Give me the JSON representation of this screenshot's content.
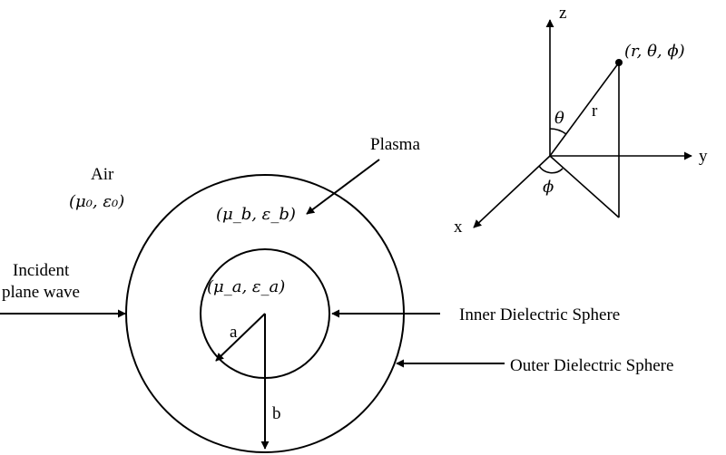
{
  "labels": {
    "air": "Air",
    "air_params": "(μ₀, ε₀)",
    "plasma": "Plasma",
    "plasma_params": "(μ_b, ε_b)",
    "inner_params": "(μ_a, ε_a)",
    "incident_line1": "Incident",
    "incident_line2": "plane wave",
    "inner_sphere": "Inner Dielectric Sphere",
    "outer_sphere": "Outer Dielectric Sphere",
    "radius_a": "a",
    "radius_b": "b"
  },
  "axes": {
    "z": "z",
    "y": "y",
    "x": "x",
    "point": "(r, θ, ϕ)",
    "r": "r",
    "theta": "θ",
    "phi": "ϕ"
  }
}
